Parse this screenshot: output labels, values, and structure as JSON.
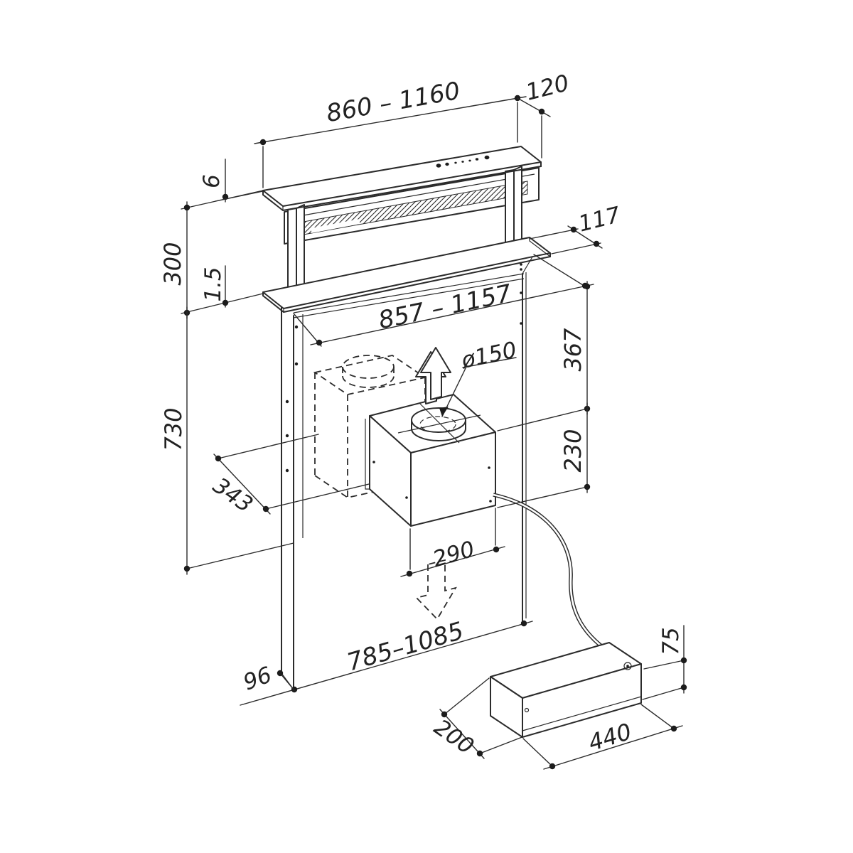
{
  "diagram": {
    "type": "technical-dimension-drawing",
    "subject": "downdraft extractor hood installation drawing",
    "colors": {
      "background": "#ffffff",
      "line": "#2b2b2b",
      "text": "#222222"
    },
    "dimensions": {
      "hood_top_width": "860 – 1160",
      "hood_top_depth": "120",
      "top_plate_thickness": "6",
      "riser_height": "300",
      "worktop_flange_thickness": "1.5",
      "below_worktop_height": "730",
      "worktop_depth": "117",
      "cutout_width": "857 – 1157",
      "upper_section_height": "367",
      "motor_box_height": "230",
      "duct_diameter": "ø150",
      "motor_offset": "343",
      "motor_box_width": "290",
      "housing_bottom_width": "785–1085",
      "housing_depth": "96",
      "remote_box_height": "75",
      "remote_box_depth": "200",
      "remote_box_width": "440"
    }
  }
}
